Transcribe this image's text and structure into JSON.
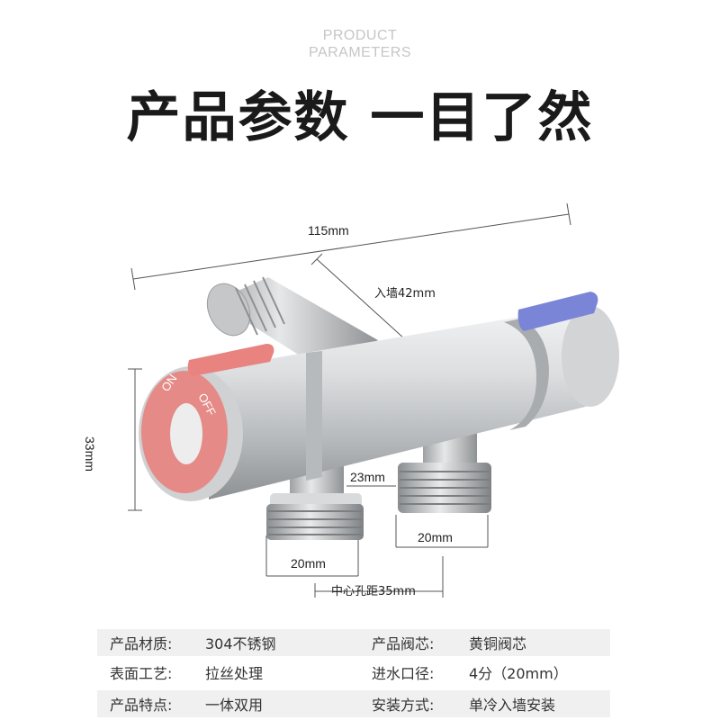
{
  "header": {
    "en_line1": "PRODUCT",
    "en_line2": "PARAMETERS",
    "title": "产品参数  一目了然"
  },
  "dimensions": {
    "length": "115mm",
    "wall": "入墙42mm",
    "height": "33mm",
    "outlet_gap": "23mm",
    "thread_left": "20mm",
    "thread_right": "20mm",
    "center_distance": "中心孔距35mm"
  },
  "knob": {
    "on": "ON",
    "off": "OFF"
  },
  "colors": {
    "hot_handle": "#e8837f",
    "cold_handle": "#7b85d8",
    "body": "#c9cbce"
  },
  "specs": [
    {
      "k1": "产品材质:",
      "v1": "304不锈钢",
      "k2": "产品阀芯:",
      "v2": "黄铜阀芯"
    },
    {
      "k1": "表面工艺:",
      "v1": "拉丝处理",
      "k2": "进水口径:",
      "v2": "4分（20mm）"
    },
    {
      "k1": "产品特点:",
      "v1": "一体双用",
      "k2": "安装方式:",
      "v2": "单冷入墙安装"
    }
  ]
}
